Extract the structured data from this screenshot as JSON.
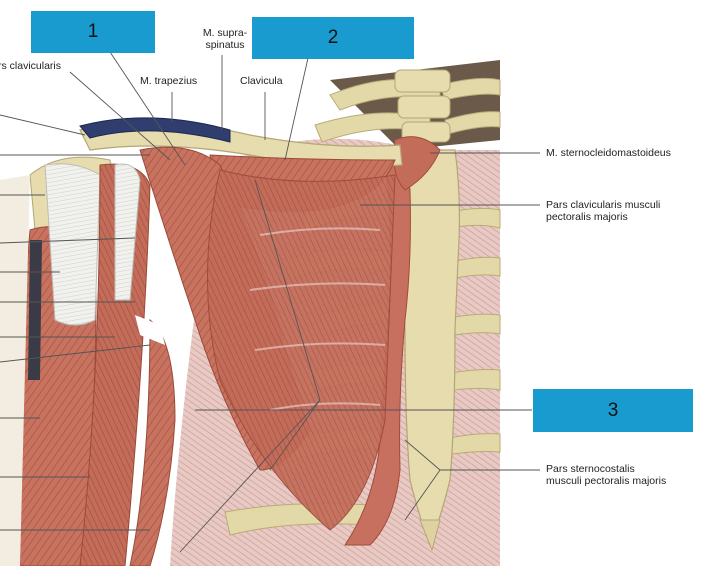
{
  "labels": {
    "pars_clavicularis_left": "rs clavicularis",
    "m_supraspinatus_line1": "M. supra-",
    "m_supraspinatus_line2": "spinatus",
    "m_trapezius": "M. trapezius",
    "clavicula": "Clavicula",
    "m_sternocleidomastoideus": "M. sternocleidomastoideus",
    "pars_clavicularis_pm_line1": "Pars clavicularis musculi",
    "pars_clavicularis_pm_line2": "pectoralis majoris",
    "pars_sternocostalis_line1": "Pars sternocostalis",
    "pars_sternocostalis_line2": "musculi pectoralis majoris"
  },
  "answer_boxes": [
    {
      "number": "1"
    },
    {
      "number": "2"
    },
    {
      "number": "3"
    }
  ],
  "colors": {
    "box_blue": "#1a9bd0",
    "muscle": "#c56f5b",
    "muscle_dark": "#a9503f",
    "bone": "#e6dcae",
    "tendon": "#ececec"
  }
}
